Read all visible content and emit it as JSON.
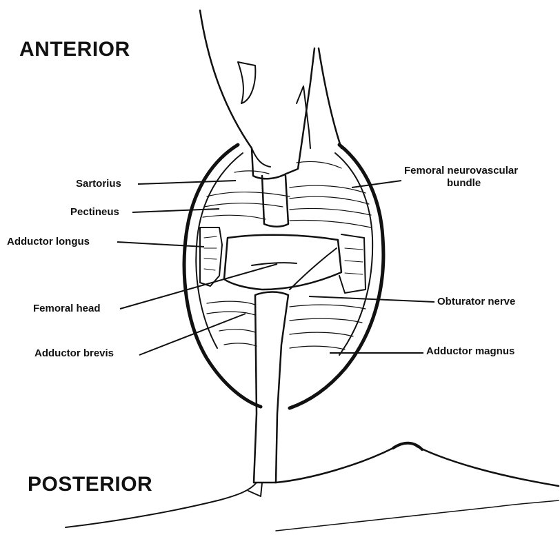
{
  "orientation": {
    "anterior": "ANTERIOR",
    "posterior": "POSTERIOR"
  },
  "labels": {
    "sartorius": "Sartorius",
    "pectineus": "Pectineus",
    "adductor_longus": "Adductor longus",
    "femoral_head": "Femoral head",
    "adductor_brevis": "Adductor brevis",
    "femoral_neurovascular_bundle_line1": "Femoral neurovascular",
    "femoral_neurovascular_bundle_line2": "bundle",
    "obturator_nerve": "Obturator nerve",
    "adductor_magnus": "Adductor magnus"
  }
}
